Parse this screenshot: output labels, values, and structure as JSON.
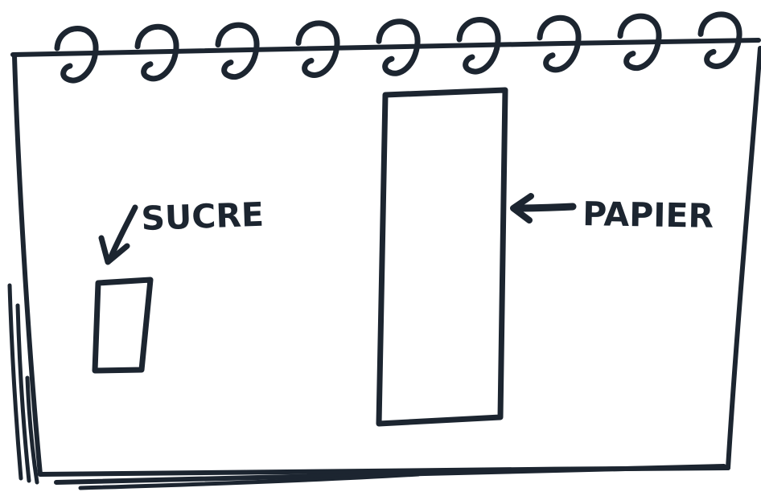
{
  "labels": {
    "sugar": "SUCRE",
    "paper": "PAPIER"
  },
  "colors": {
    "ink": "#1c2530",
    "paper_background": "#ffffff"
  },
  "spiral_ring_count": 9
}
